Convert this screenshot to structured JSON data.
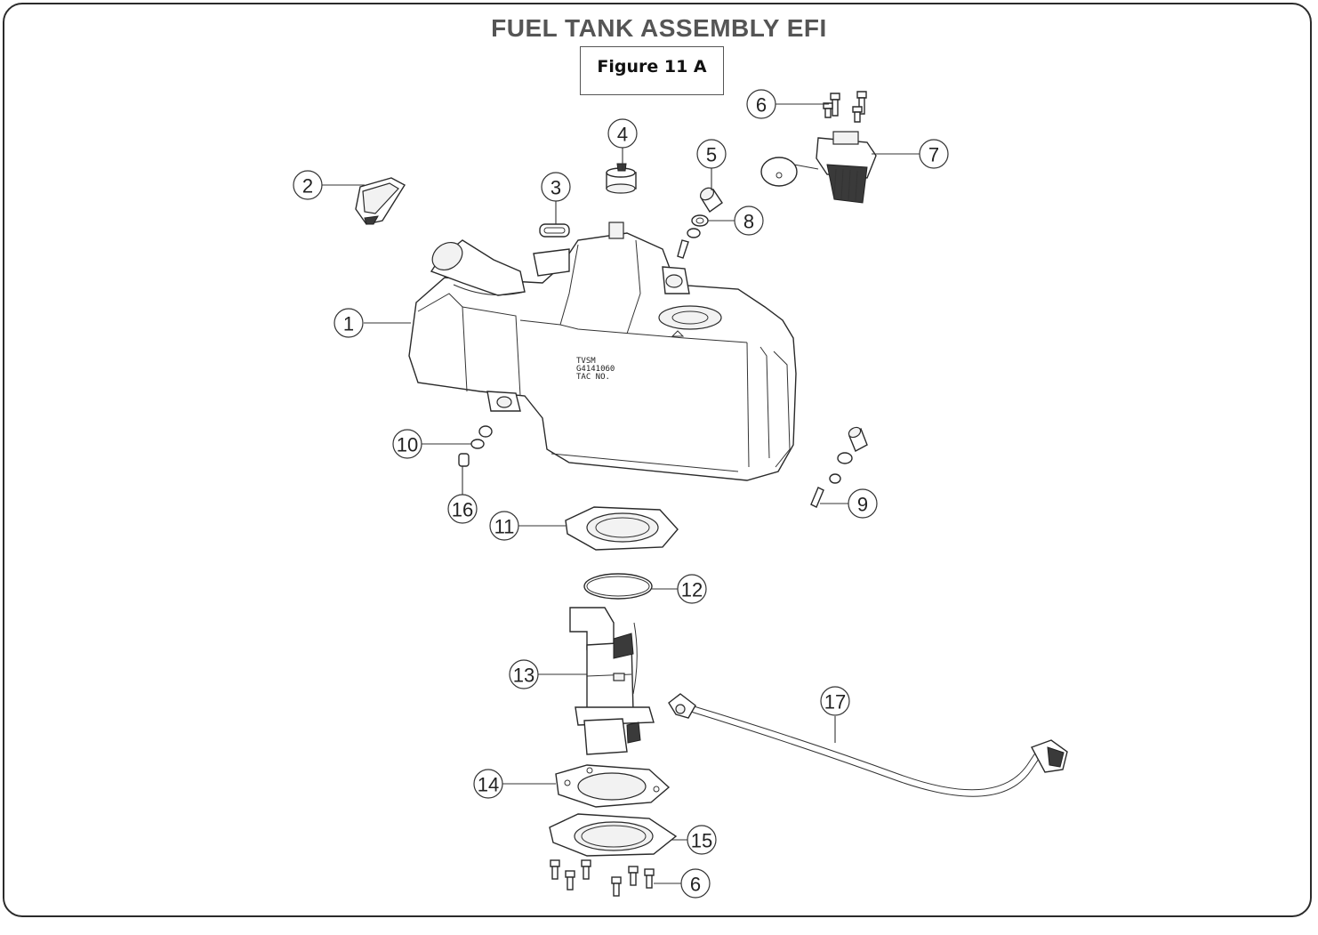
{
  "title": "FUEL TANK ASSEMBLY EFI",
  "figure_label": "Figure 11 A",
  "tank_marking": [
    "TVSM",
    "G4141060",
    "TAC NO."
  ],
  "callouts": [
    {
      "id": "c1",
      "label": "1"
    },
    {
      "id": "c2",
      "label": "2"
    },
    {
      "id": "c3",
      "label": "3"
    },
    {
      "id": "c4",
      "label": "4"
    },
    {
      "id": "c5",
      "label": "5"
    },
    {
      "id": "c6a",
      "label": "6"
    },
    {
      "id": "c7",
      "label": "7"
    },
    {
      "id": "c8",
      "label": "8"
    },
    {
      "id": "c9",
      "label": "9"
    },
    {
      "id": "c10",
      "label": "10"
    },
    {
      "id": "c11",
      "label": "11"
    },
    {
      "id": "c12",
      "label": "12"
    },
    {
      "id": "c13",
      "label": "13"
    },
    {
      "id": "c14",
      "label": "14"
    },
    {
      "id": "c15",
      "label": "15"
    },
    {
      "id": "c6b",
      "label": "6"
    },
    {
      "id": "c16",
      "label": "16"
    },
    {
      "id": "c17",
      "label": "17"
    }
  ]
}
